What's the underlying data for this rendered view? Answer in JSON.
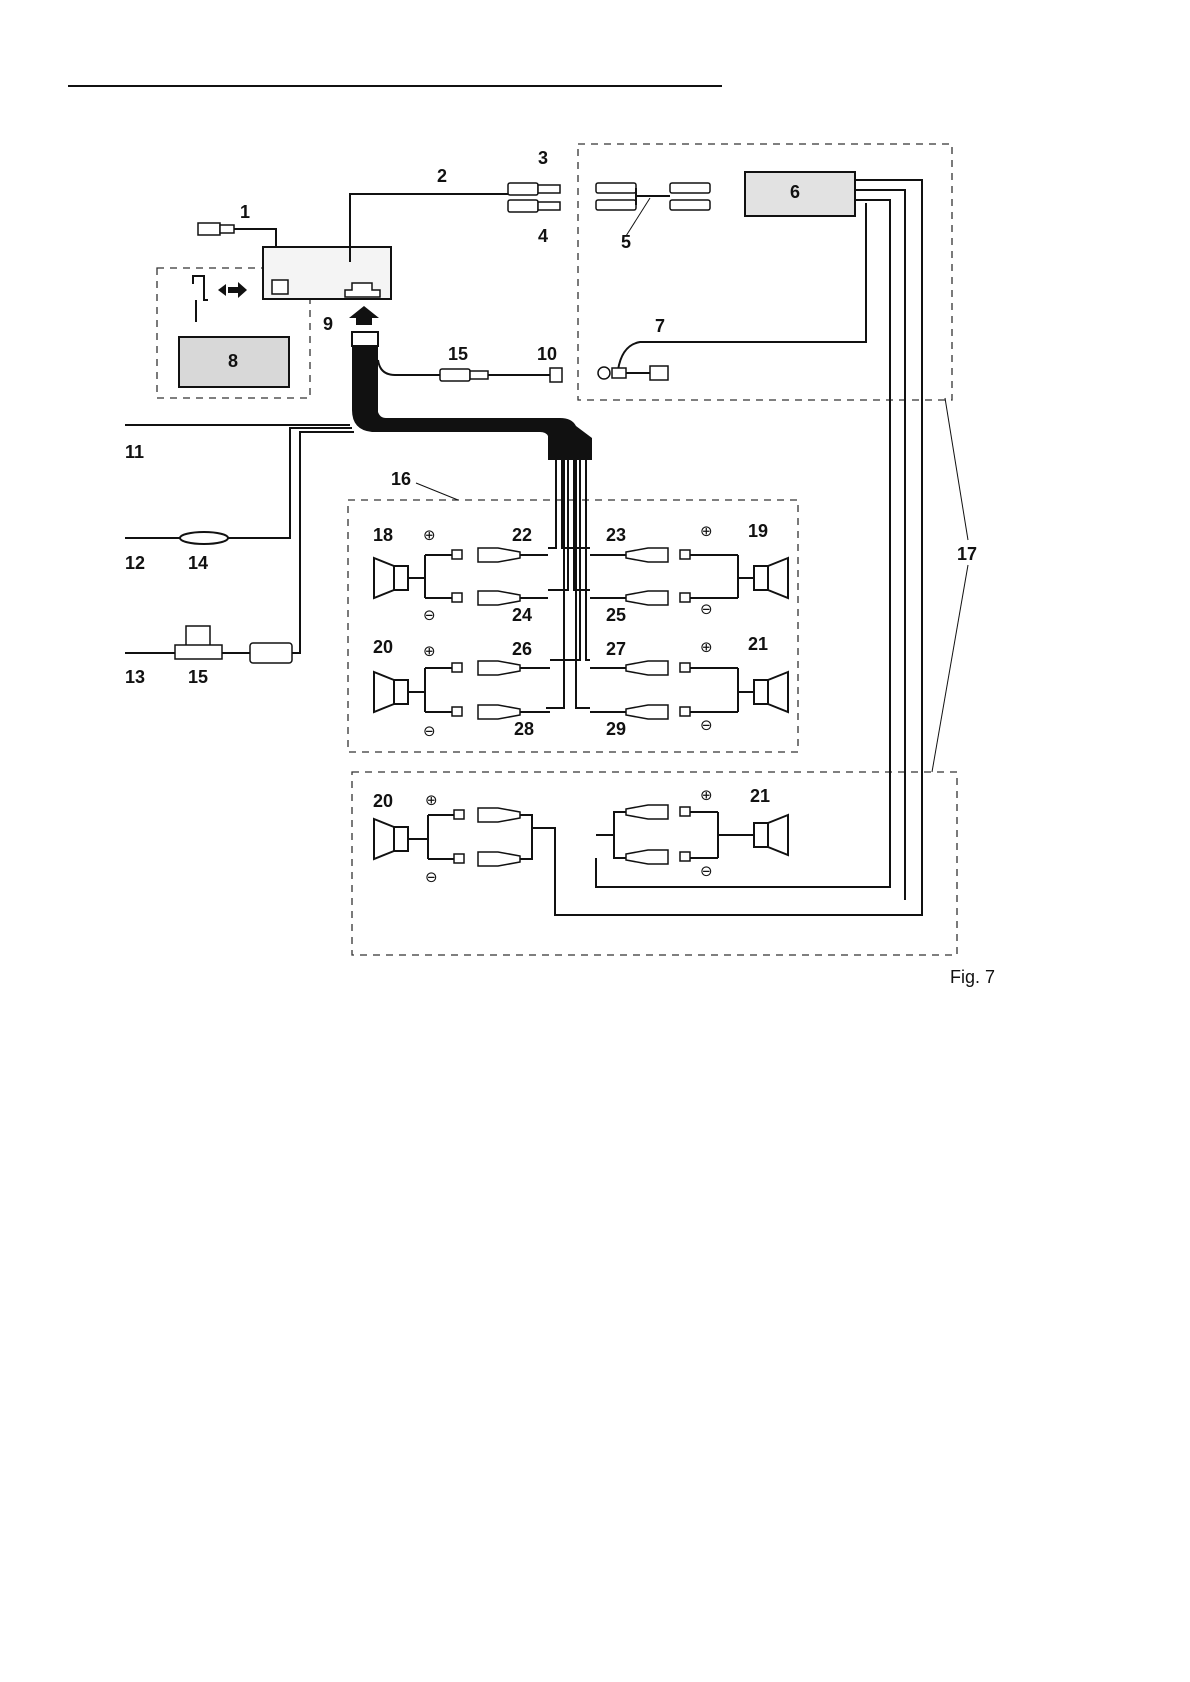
{
  "figure": {
    "caption": "Fig. 7"
  },
  "labels": {
    "n1": "1",
    "n2": "2",
    "n3": "3",
    "n4": "4",
    "n5": "5",
    "n6": "6",
    "n7": "7",
    "n8": "8",
    "n9": "9",
    "n10": "10",
    "n11": "11",
    "n12": "12",
    "n13": "13",
    "n14": "14",
    "n15a": "15",
    "n15b": "15",
    "n16": "16",
    "n17": "17",
    "n18": "18",
    "n19": "19",
    "n20a": "20",
    "n21a": "21",
    "n20b": "20",
    "n21b": "21",
    "n22": "22",
    "n23": "23",
    "n24": "24",
    "n25": "25",
    "n26": "26",
    "n27": "27",
    "n28": "28",
    "n29": "29"
  },
  "symbols": {
    "plus": "⊕",
    "minus": "⊖"
  }
}
